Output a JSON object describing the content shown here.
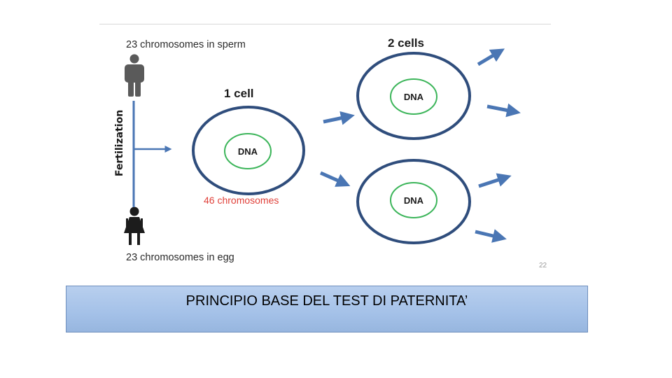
{
  "diagram": {
    "sperm_label": "23 chromosomes in sperm",
    "egg_label": "23 chromosomes in egg",
    "fertilization_label": "Fertilization",
    "one_cell_label": "1 cell",
    "two_cells_label": "2 cells",
    "chromosomes_46_label": "46 chromosomes",
    "dna_labels": [
      "DNA",
      "DNA",
      "DNA"
    ],
    "slide_number": "22",
    "colors": {
      "cell_ring": "#2f4d7c",
      "nucleus_ring": "#3cb55a",
      "arrow": "#4a76b4",
      "chromosome_text": "#e0413a",
      "figure": "#5a5a5a"
    }
  },
  "footer": {
    "title": "PRINCIPIO BASE DEL TEST DI PATERNITA’"
  }
}
